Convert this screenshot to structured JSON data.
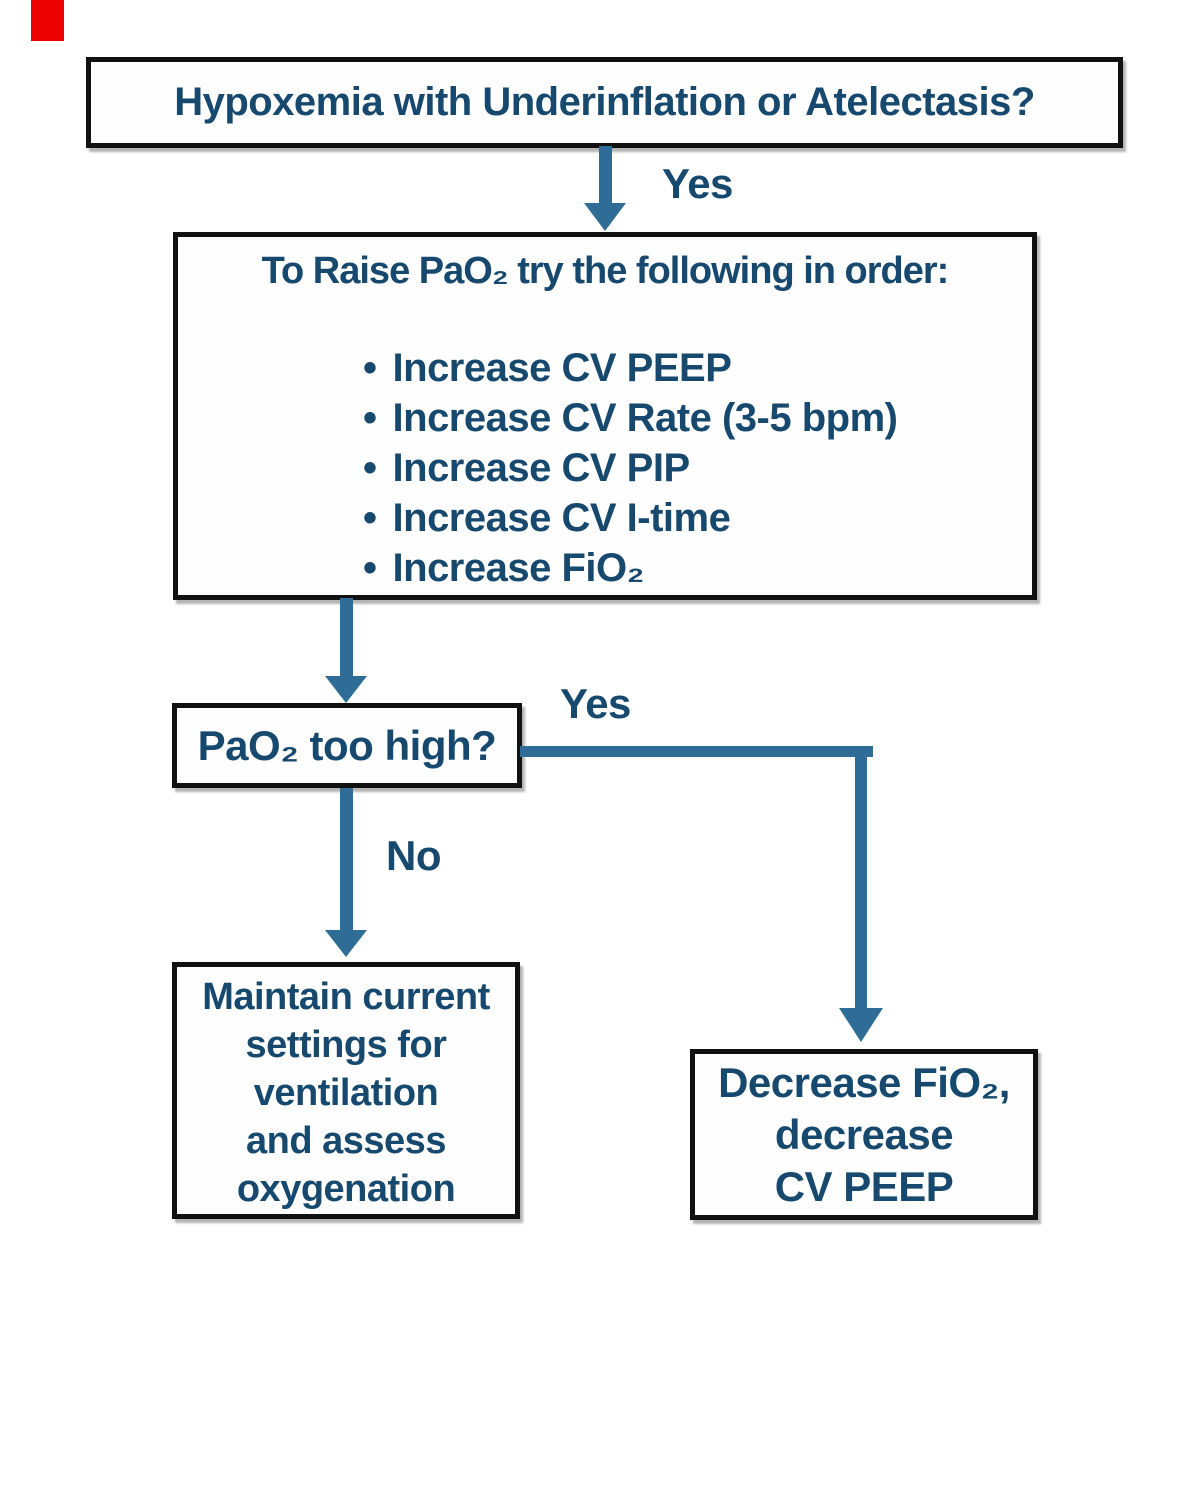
{
  "palette": {
    "text": "#17496f",
    "arrow": "#2f6d96",
    "border": "#111111",
    "background": "#ffffff",
    "red_marker": "#ec0000"
  },
  "flow": {
    "start": {
      "title": "Hypoxemia with Underinflation or Atelectasis?"
    },
    "edge_start_yes": {
      "label": "Yes"
    },
    "raise_box": {
      "heading": "To Raise PaO₂ try the following in order:",
      "bullet_glyph": "•",
      "items": [
        "Increase CV PEEP",
        "Increase CV Rate (3-5 bpm)",
        "Increase CV PIP",
        "Increase CV I-time",
        "Increase FiO₂"
      ]
    },
    "decision": {
      "question": "PaO₂ too high?"
    },
    "edge_yes": {
      "label": "Yes"
    },
    "edge_no": {
      "label": "No"
    },
    "maintain_box": {
      "lines": [
        "Maintain current",
        "settings for",
        "ventilation",
        "and assess",
        "oxygenation"
      ]
    },
    "decrease_box": {
      "lines": [
        "Decrease FiO₂,",
        "decrease",
        "CV PEEP"
      ]
    }
  }
}
